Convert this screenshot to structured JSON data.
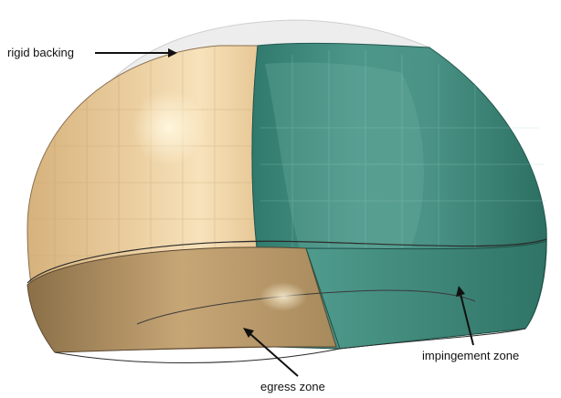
{
  "labels": {
    "rigid_backing": "rigid backing",
    "impingement_zone": "impingement zone",
    "egress_zone": "egress zone"
  },
  "colors": {
    "backing": "#ececec",
    "egress_material": "#e8c99a",
    "impingement_material": "#3f8a7c",
    "outline": "#2b2b2b",
    "arrow": "#111111"
  }
}
